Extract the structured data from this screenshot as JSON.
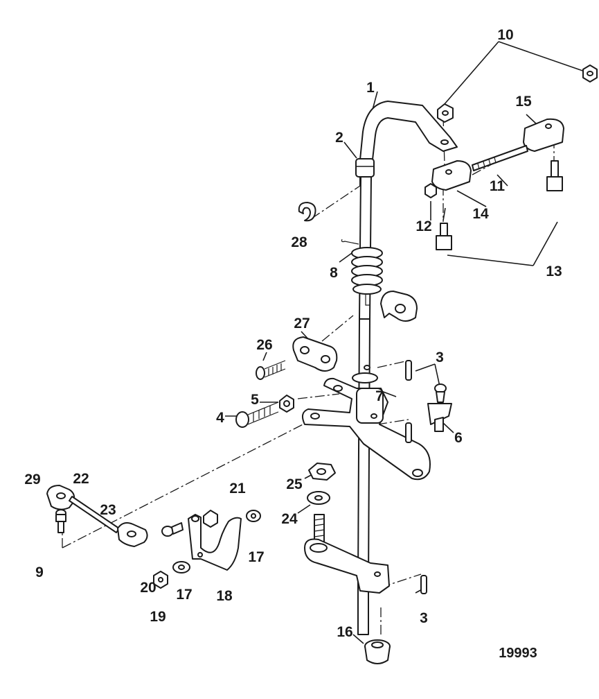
{
  "figure_number": "19993",
  "callouts": [
    {
      "id": "c1",
      "text": "1"
    },
    {
      "id": "c2",
      "text": "2"
    },
    {
      "id": "c3a",
      "text": "3"
    },
    {
      "id": "c3b",
      "text": "3"
    },
    {
      "id": "c4",
      "text": "4"
    },
    {
      "id": "c5",
      "text": "5"
    },
    {
      "id": "c6",
      "text": "6"
    },
    {
      "id": "c7",
      "text": "7"
    },
    {
      "id": "c8",
      "text": "8"
    },
    {
      "id": "c9",
      "text": "9"
    },
    {
      "id": "c10",
      "text": "10"
    },
    {
      "id": "c11",
      "text": "11"
    },
    {
      "id": "c12",
      "text": "12"
    },
    {
      "id": "c13",
      "text": "13"
    },
    {
      "id": "c14",
      "text": "14"
    },
    {
      "id": "c15",
      "text": "15"
    },
    {
      "id": "c16",
      "text": "16"
    },
    {
      "id": "c17a",
      "text": "17"
    },
    {
      "id": "c17b",
      "text": "17"
    },
    {
      "id": "c18",
      "text": "18"
    },
    {
      "id": "c19",
      "text": "19"
    },
    {
      "id": "c20",
      "text": "20"
    },
    {
      "id": "c21",
      "text": "21"
    },
    {
      "id": "c22",
      "text": "22"
    },
    {
      "id": "c23",
      "text": "23"
    },
    {
      "id": "c24",
      "text": "24"
    },
    {
      "id": "c25",
      "text": "25"
    },
    {
      "id": "c26",
      "text": "26"
    },
    {
      "id": "c27",
      "text": "27"
    },
    {
      "id": "c28",
      "text": "28"
    },
    {
      "id": "c29",
      "text": "29"
    }
  ]
}
